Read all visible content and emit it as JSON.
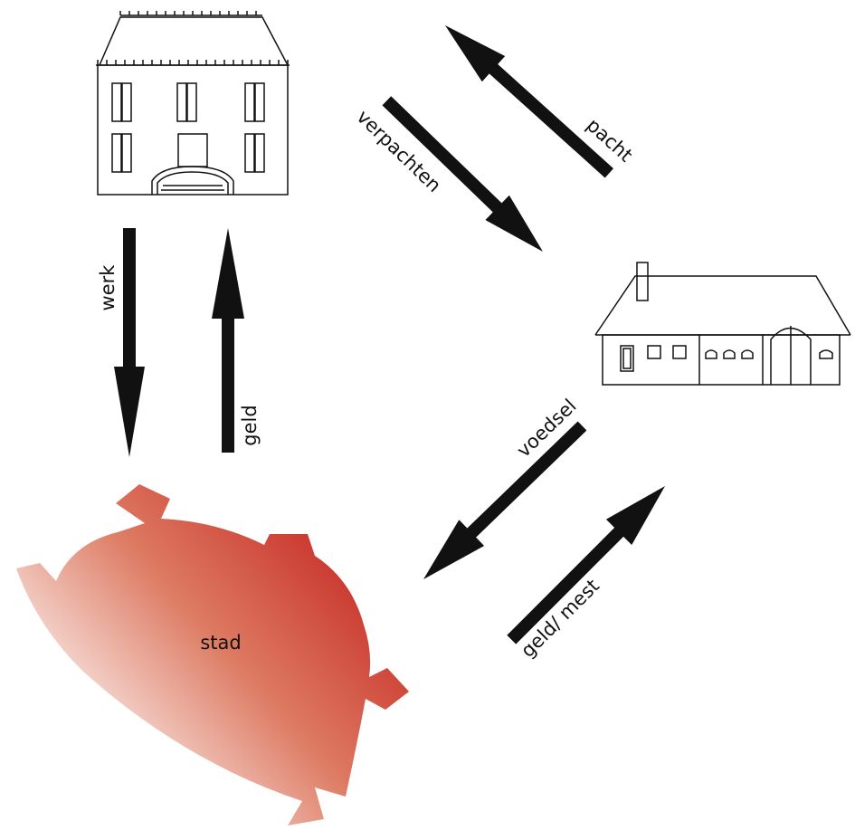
{
  "diagram": {
    "nodes": {
      "manor": {
        "icon": "manor-house-icon"
      },
      "farm": {
        "icon": "farmhouse-icon"
      },
      "city": {
        "label": "stad",
        "color": "#cc3a2a"
      }
    },
    "flows": {
      "werk": "werk",
      "geld": "geld",
      "verpachten": "verpachten",
      "pacht": "pacht",
      "voedsel": "voedsel",
      "geld_mest": "geld/ mest"
    },
    "arrow_color": "#111111"
  }
}
